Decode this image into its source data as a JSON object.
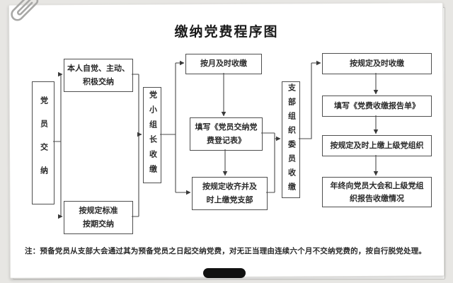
{
  "title": "缴纳党费程序图",
  "flow": {
    "member": "党员交纳",
    "box_self": {
      "line1": "本人自觉、主动、",
      "line2": "积极交纳"
    },
    "box_standard": {
      "line1": "按规定标准",
      "line2": "按期交纳"
    },
    "group_leader": "党小组长收缴",
    "box_monthly": "按月及时收缴",
    "box_register": {
      "line1": "填写《党员交纳党",
      "line2": "费登记表》"
    },
    "box_collect": {
      "line1": "按规定收齐并及",
      "line2": "时上缴党支部"
    },
    "branch_committee": "支部组织委员收缴",
    "box_r1": "按规定及时收缴",
    "box_r2": "填写《党费收缴报告单》",
    "box_r3": "按规定及时上缴上级党组织",
    "box_r4": {
      "line1": "年终向党员大会和上级党组",
      "line2": "织报告收缴情况"
    }
  },
  "note": "注：预备党员从支部大会通过其为预备党员之日起交纳党费，对无正当理由连续六个月不交纳党费的，按自行脱党处理。",
  "colors": {
    "line": "#4a4a4a",
    "paper": "#ffffff",
    "background": "#e7e6e3",
    "clip": "#a8a8a6"
  }
}
